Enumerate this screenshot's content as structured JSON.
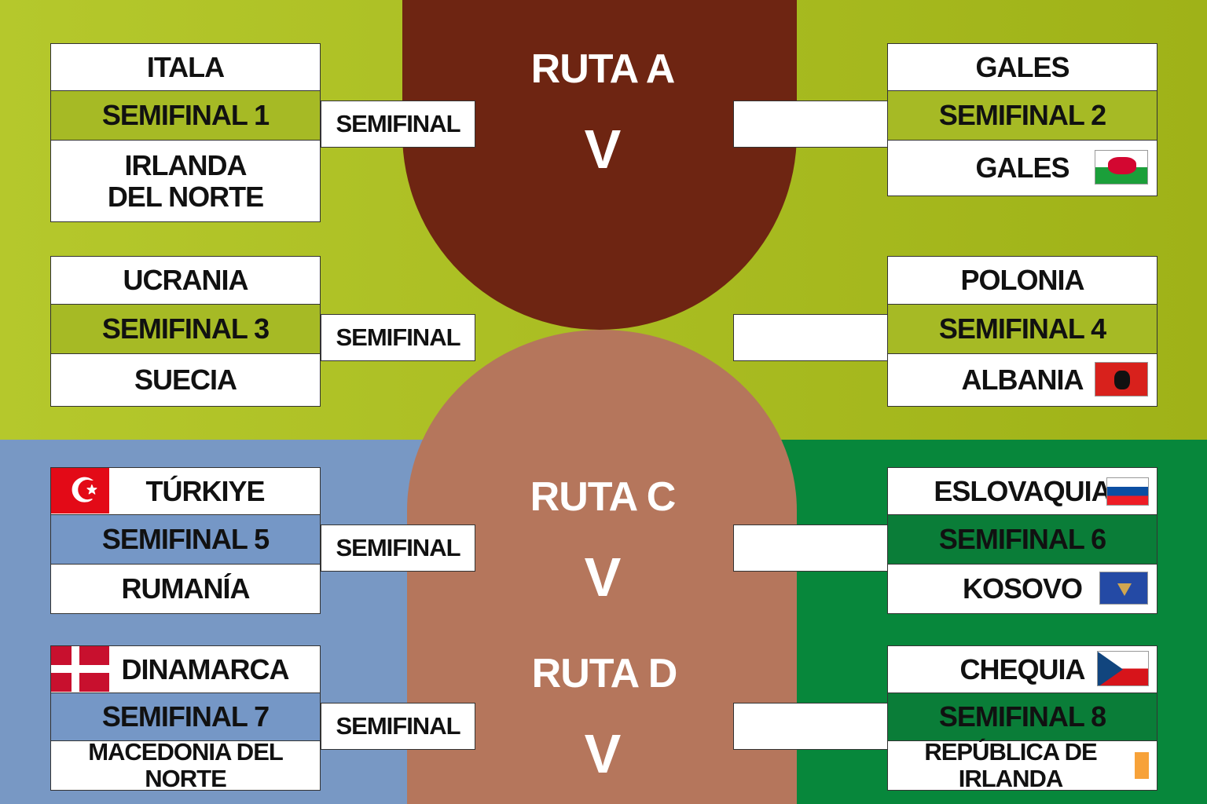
{
  "colors": {
    "top_bg": "#acc024",
    "bottom_left_bg": "#7898c4",
    "bottom_right_bg": "#07873b",
    "route_ab": "#6e2512",
    "route_cd": "#b5765c",
    "semi_top": "#a6ba25",
    "semi_bl": "#7597c6",
    "semi_br": "#0a7d38"
  },
  "routes": {
    "a": "RUTA A",
    "c": "RUTA C",
    "d": "RUTA D",
    "vs": "V"
  },
  "connector_label": "SEMIFINAL",
  "left": [
    {
      "top": "ITALA",
      "semi": "SEMIFINAL 1",
      "bottom": "IRLANDA DEL NORTE"
    },
    {
      "top": "UCRANIA",
      "semi": "SEMIFINAL 3",
      "bottom": "SUECIA"
    },
    {
      "top": "TÚRKIYE",
      "semi": "SEMIFINAL 5",
      "bottom": "RUMANÍA",
      "flag": "turkey-flag"
    },
    {
      "top": "DINAMARCA",
      "semi": "SEMIFINAL 7",
      "bottom": "MACEDONIA DEL NORTE",
      "flag": "denmark-flag"
    }
  ],
  "right": [
    {
      "top": "GALES",
      "semi": "SEMIFINAL 2",
      "bottom": "GALES",
      "flag": "wales-flag"
    },
    {
      "top": "POLONIA",
      "semi": "SEMIFINAL 4",
      "bottom": "ALBANIA",
      "flag": "albania-flag"
    },
    {
      "top": "ESLOVAQUIA",
      "semi": "SEMIFINAL 6",
      "bottom": "KOSOVO",
      "flag": "slovakia-flag"
    },
    {
      "top": "CHEQUIA",
      "semi": "SEMIFINAL 8",
      "bottom": "REPÚBLICA DE IRLANDA",
      "flag": "czechia-flag"
    }
  ]
}
